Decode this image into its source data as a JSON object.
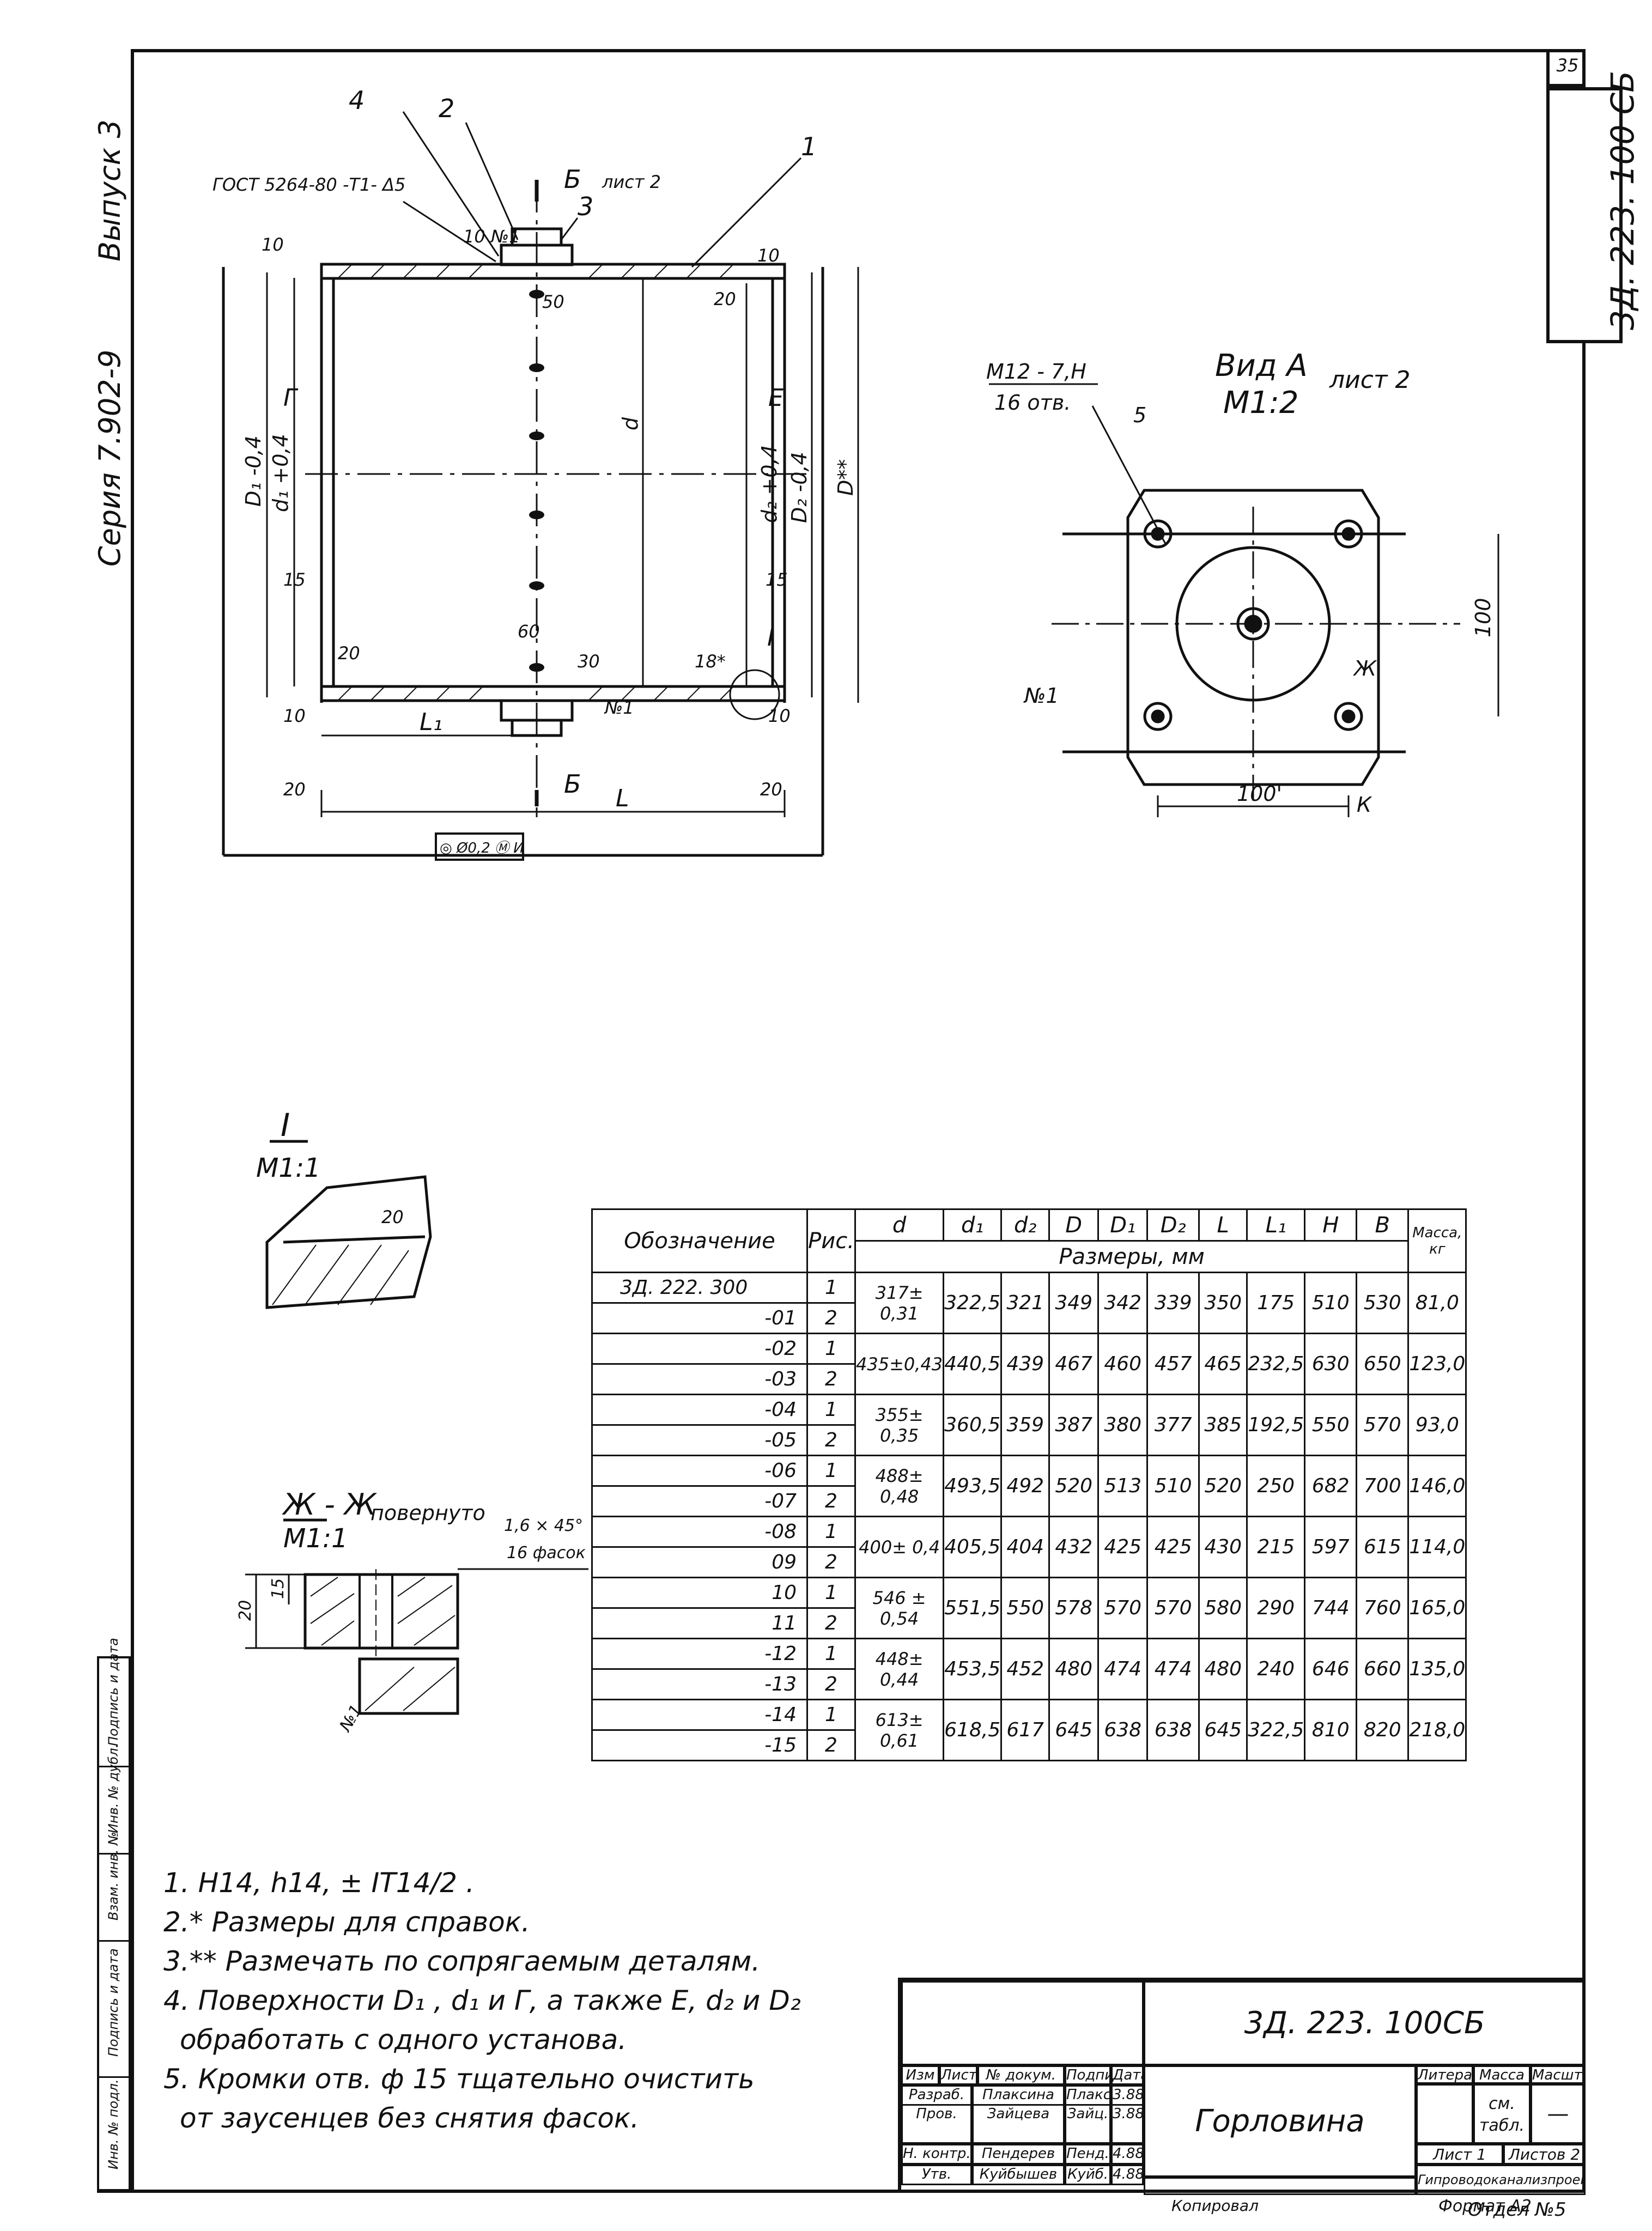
{
  "page_number": "35",
  "doc_code": "3Д. 223. 100 СБ",
  "side_labels": {
    "series": "Серия 7.902-9",
    "issue": "Выпуск 3"
  },
  "main_view": {
    "callouts": [
      "4",
      "2",
      "1",
      "3"
    ],
    "gost": "ГОСТ 5264-80 -Т1- Δ5",
    "weld_note": "10 №1",
    "section_mark": "Б",
    "sheet_ref": "лист 2",
    "dims": {
      "d1": "D₁ -0,4",
      "d1i": "d₁ +0,4",
      "d": "d",
      "d2i": "d₂ +0,4",
      "d2": "D₂ -0,4",
      "D": "D**",
      "ten_tl": "10",
      "ten_tr": "10",
      "twenty": "20",
      "fifty": "50",
      "fifteen_l": "15",
      "fifteen_r": "15",
      "sixty": "60",
      "thirty": "30",
      "eighteen": "18*",
      "twenty_bl": "20",
      "ten_bl": "10",
      "ten_br": "10",
      "L1": "L₁",
      "L": "L",
      "twenty_l": "20",
      "twenty_r": "20",
      "G": "Г",
      "E": "Е",
      "I": "I",
      "weld_bottom": "№1"
    },
    "tolerance_frame": "◎ Ø0,2 Ⓜ И"
  },
  "view_a": {
    "title": "Вид А",
    "scale": "М1:2",
    "sheet": "лист 2",
    "thread": "М12 - 7,Н",
    "holes": "16 отв.",
    "callout": "5",
    "dim_100_v": "100",
    "dim_100_h": "100'",
    "section_zh": "Ж",
    "weld": "№1",
    "K": "К"
  },
  "detail_I": {
    "label": "I",
    "scale": "М1:1",
    "angle": "20"
  },
  "section_zhzh": {
    "label": "Ж - Ж",
    "scale": "М1:1",
    "rotated": "повернуто",
    "chamfer": "1,6 × 45°",
    "chamfer_count": "16 фасок",
    "dim20": "20",
    "dim15": "15",
    "weld": "№1"
  },
  "table": {
    "headers": [
      "Обозначение",
      "Рис.",
      "d",
      "d₁",
      "d₂",
      "D",
      "D₁",
      "D₂",
      "L",
      "L₁",
      "Н",
      "В",
      "Масса, кг"
    ],
    "units": "Размеры, мм",
    "rows": [
      {
        "des": "3Д. 222. 300",
        "fig": "1"
      },
      {
        "des": "-01",
        "fig": "2"
      },
      {
        "des": "-02",
        "fig": "1"
      },
      {
        "des": "-03",
        "fig": "2"
      },
      {
        "des": "-04",
        "fig": "1"
      },
      {
        "des": "-05",
        "fig": "2"
      },
      {
        "des": "-06",
        "fig": "1"
      },
      {
        "des": "-07",
        "fig": "2"
      },
      {
        "des": "-08",
        "fig": "1"
      },
      {
        "des": "09",
        "fig": "2"
      },
      {
        "des": "10",
        "fig": "1"
      },
      {
        "des": "11",
        "fig": "2"
      },
      {
        "des": "-12",
        "fig": "1"
      },
      {
        "des": "-13",
        "fig": "2"
      },
      {
        "des": "-14",
        "fig": "1"
      },
      {
        "des": "-15",
        "fig": "2"
      }
    ],
    "groups": [
      [
        "317± 0,31",
        "322,5",
        "321",
        "349",
        "342",
        "339",
        "350",
        "175",
        "510",
        "530",
        "81,0"
      ],
      [
        "435±0,43",
        "440,5",
        "439",
        "467",
        "460",
        "457",
        "465",
        "232,5",
        "630",
        "650",
        "123,0"
      ],
      [
        "355± 0,35",
        "360,5",
        "359",
        "387",
        "380",
        "377",
        "385",
        "192,5",
        "550",
        "570",
        "93,0"
      ],
      [
        "488± 0,48",
        "493,5",
        "492",
        "520",
        "513",
        "510",
        "520",
        "250",
        "682",
        "700",
        "146,0"
      ],
      [
        "400± 0,4",
        "405,5",
        "404",
        "432",
        "425",
        "425",
        "430",
        "215",
        "597",
        "615",
        "114,0"
      ],
      [
        "546 ± 0,54",
        "551,5",
        "550",
        "578",
        "570",
        "570",
        "580",
        "290",
        "744",
        "760",
        "165,0"
      ],
      [
        "448± 0,44",
        "453,5",
        "452",
        "480",
        "474",
        "474",
        "480",
        "240",
        "646",
        "660",
        "135,0"
      ],
      [
        "613± 0,61",
        "618,5",
        "617",
        "645",
        "638",
        "638",
        "645",
        "322,5",
        "810",
        "820",
        "218,0"
      ]
    ]
  },
  "notes": [
    "1. Н14, h14, ± IT14/2 .",
    "2.* Размеры для справок.",
    "3.** Размечать по сопрягаемым деталям.",
    "4. Поверхности D₁ , d₁ и Г, а также Е, d₂ и D₂",
    "обработать с одного установа.",
    "5. Кромки отв. ф 15 тщательно очистить",
    "от заусенцев без снятия фасок."
  ],
  "title_block": {
    "code": "3Д. 223. 100СБ",
    "name": "Горловина",
    "col_headers": [
      "Изм",
      "Лист",
      "№ докум.",
      "Подпись",
      "Дата"
    ],
    "roles": [
      {
        "role": "Разраб.",
        "name": "Плаксина",
        "sign": "Плакс.",
        "date": "3.88"
      },
      {
        "role": "Пров.",
        "name": "Зайцева",
        "sign": "Зайц.",
        "date": "3.88"
      },
      {
        "role": "Н. контр.",
        "name": "Пендерев",
        "sign": "Пенд.",
        "date": "4.88"
      },
      {
        "role": "Утв.",
        "name": "Куйбышев",
        "sign": "Куйб.",
        "date": "4.88"
      }
    ],
    "litera": "Литера",
    "mass": "Масса",
    "scale": "Масштаб",
    "mass_value": "см. табл.",
    "scale_value": "—",
    "sheet": "Лист 1",
    "sheets": "Листов 2",
    "org": "Гипроводоканализпроект",
    "dept": "Отдел №5",
    "copied": "Копировал",
    "format": "Формат А2"
  },
  "left_strip": [
    "Инв. № подл.",
    "Подпись и дата",
    "Взам. инв. №",
    "Инв. № дубл.",
    "Подпись и дата"
  ]
}
